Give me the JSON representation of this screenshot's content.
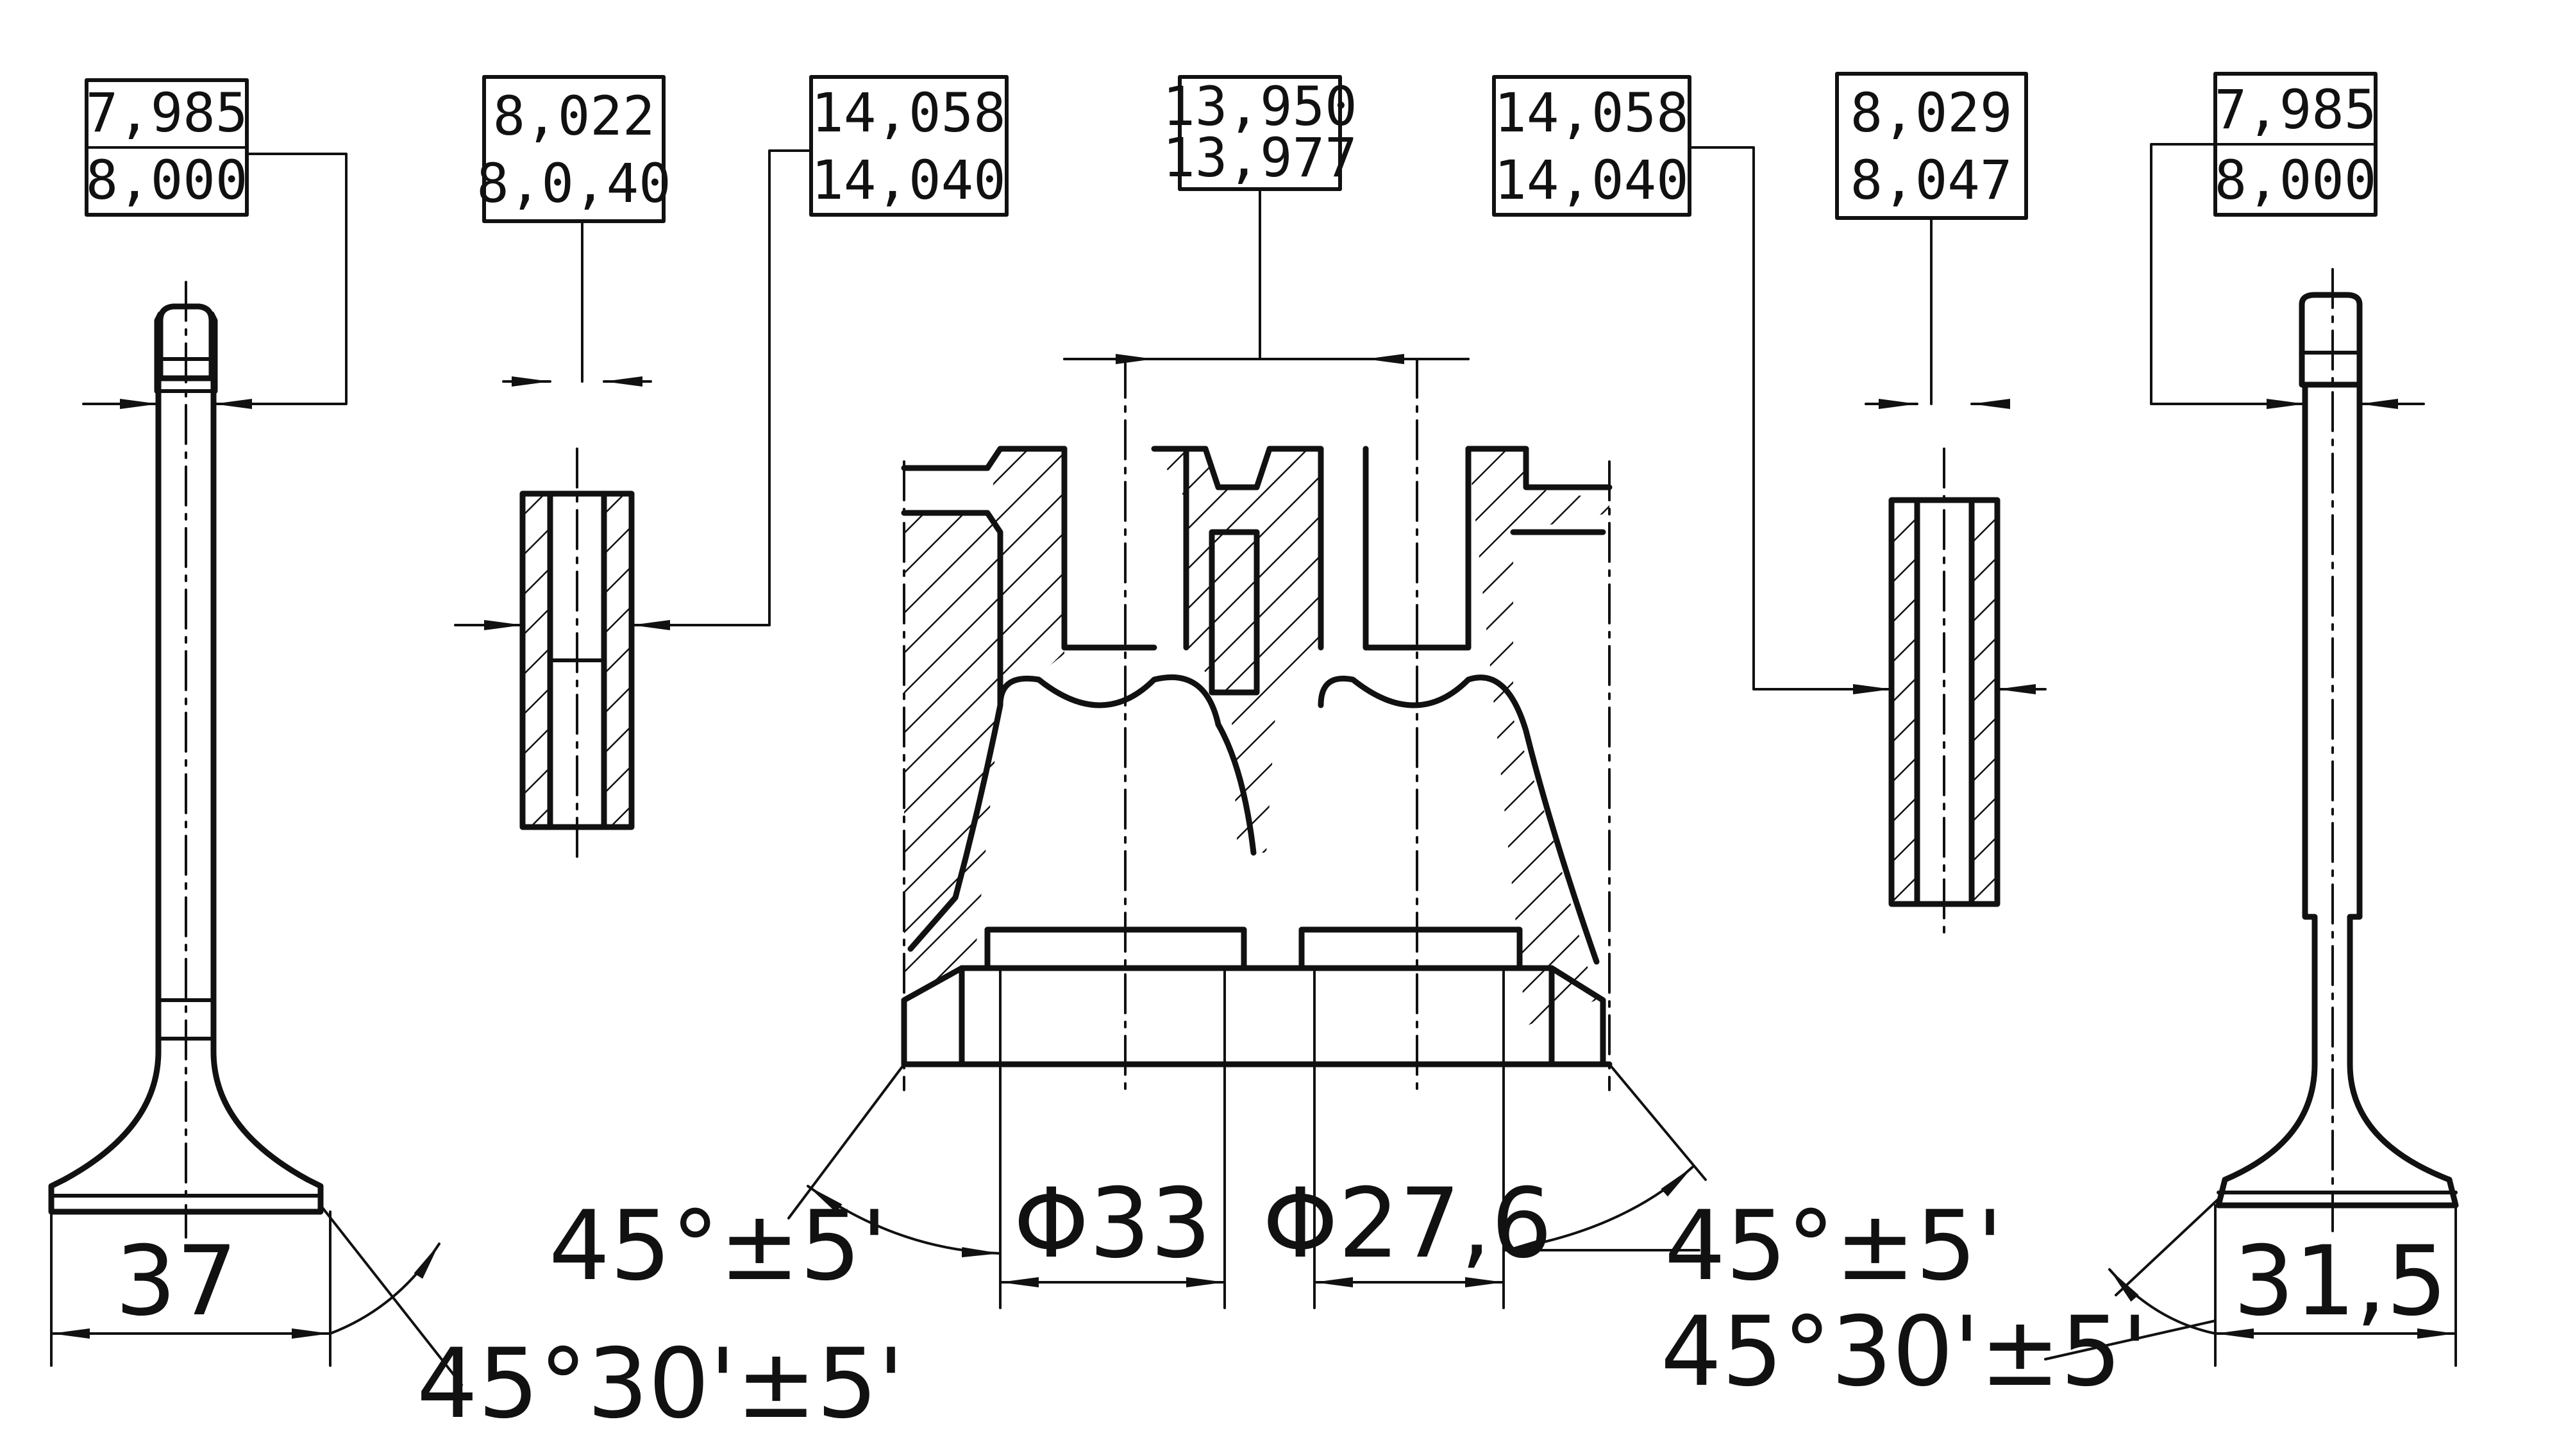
{
  "tolerance_boxes": [
    {
      "id": "left-valve-stem",
      "top": "7,985",
      "bottom": "8,000"
    },
    {
      "id": "left-guide-bore",
      "top": "8,022",
      "bottom": "8,0,40"
    },
    {
      "id": "left-guide-od",
      "top": "14,058",
      "bottom": "14,040"
    },
    {
      "id": "head-guide-holes",
      "top": "13,950",
      "bottom": "13,977"
    },
    {
      "id": "right-guide-od",
      "top": "14,058",
      "bottom": "14,040"
    },
    {
      "id": "right-guide-bore",
      "top": "8,029",
      "bottom": "8,047"
    },
    {
      "id": "right-valve-stem",
      "top": "7,985",
      "bottom": "8,000"
    }
  ],
  "dimensions": {
    "left_valve_head": "37",
    "left_valve_face_angle": "45°30'±5'",
    "intake_seat_angle": "45°±5'",
    "intake_seat_dia": "Φ33",
    "exhaust_seat_dia": "Φ27,6",
    "exhaust_seat_angle": "45°±5'",
    "right_valve_head": "31,5",
    "right_valve_face_angle": "45°30'±5'"
  },
  "colors": {
    "ink": "#111111",
    "paper": "#ffffff"
  },
  "icons": [
    "arrowhead"
  ]
}
